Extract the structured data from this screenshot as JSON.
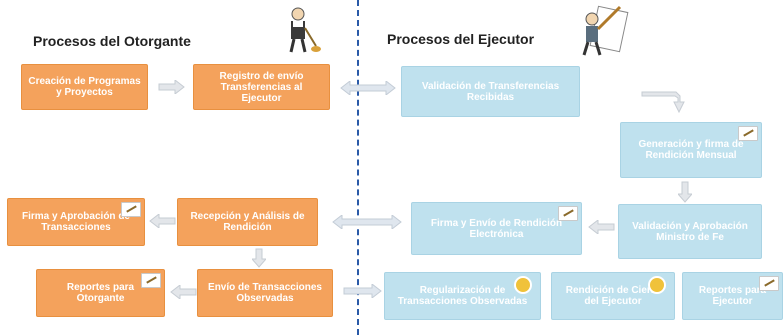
{
  "otorgante": {
    "title": "Procesos del Otorgante",
    "boxes": {
      "creacion": "Creación de Programas y Proyectos",
      "registro": "Registro de envío Transferencias al Ejecutor",
      "firma_aprobacion": "Firma y Aprobación de Transacciones",
      "recepcion": "Recepción y Análisis de Rendición",
      "reportes": "Reportes para Otorgante",
      "envio_observadas": "Envío de Transacciones Observadas"
    }
  },
  "ejecutor": {
    "title": "Procesos del Ejecutor",
    "boxes": {
      "validacion_transferencia": "Validación de Transferencias Recibidas",
      "generacion_firma": "Generación y firma de Rendición Mensual",
      "validacion_ministro": "Validación y Aprobación Ministro de Fe",
      "firma_envio": "Firma y Envío de Rendición Electrónica",
      "regularizacion": "Regularización de Transacciones Observadas",
      "rendicion_cierre": "Rendición de Cierre del Ejecutor",
      "reportes_ejecutor": "Reportes para Ejecutor"
    }
  },
  "colors": {
    "otorgante_box": "#f4a25c",
    "ejecutor_box": "#bfe1ee",
    "divider": "#2a5aa8",
    "arrow": "#d4d8de"
  },
  "icons": [
    "worker-figure-icon",
    "scribe-figure-icon",
    "document-icon",
    "medal-icon",
    "arrow-icon"
  ]
}
